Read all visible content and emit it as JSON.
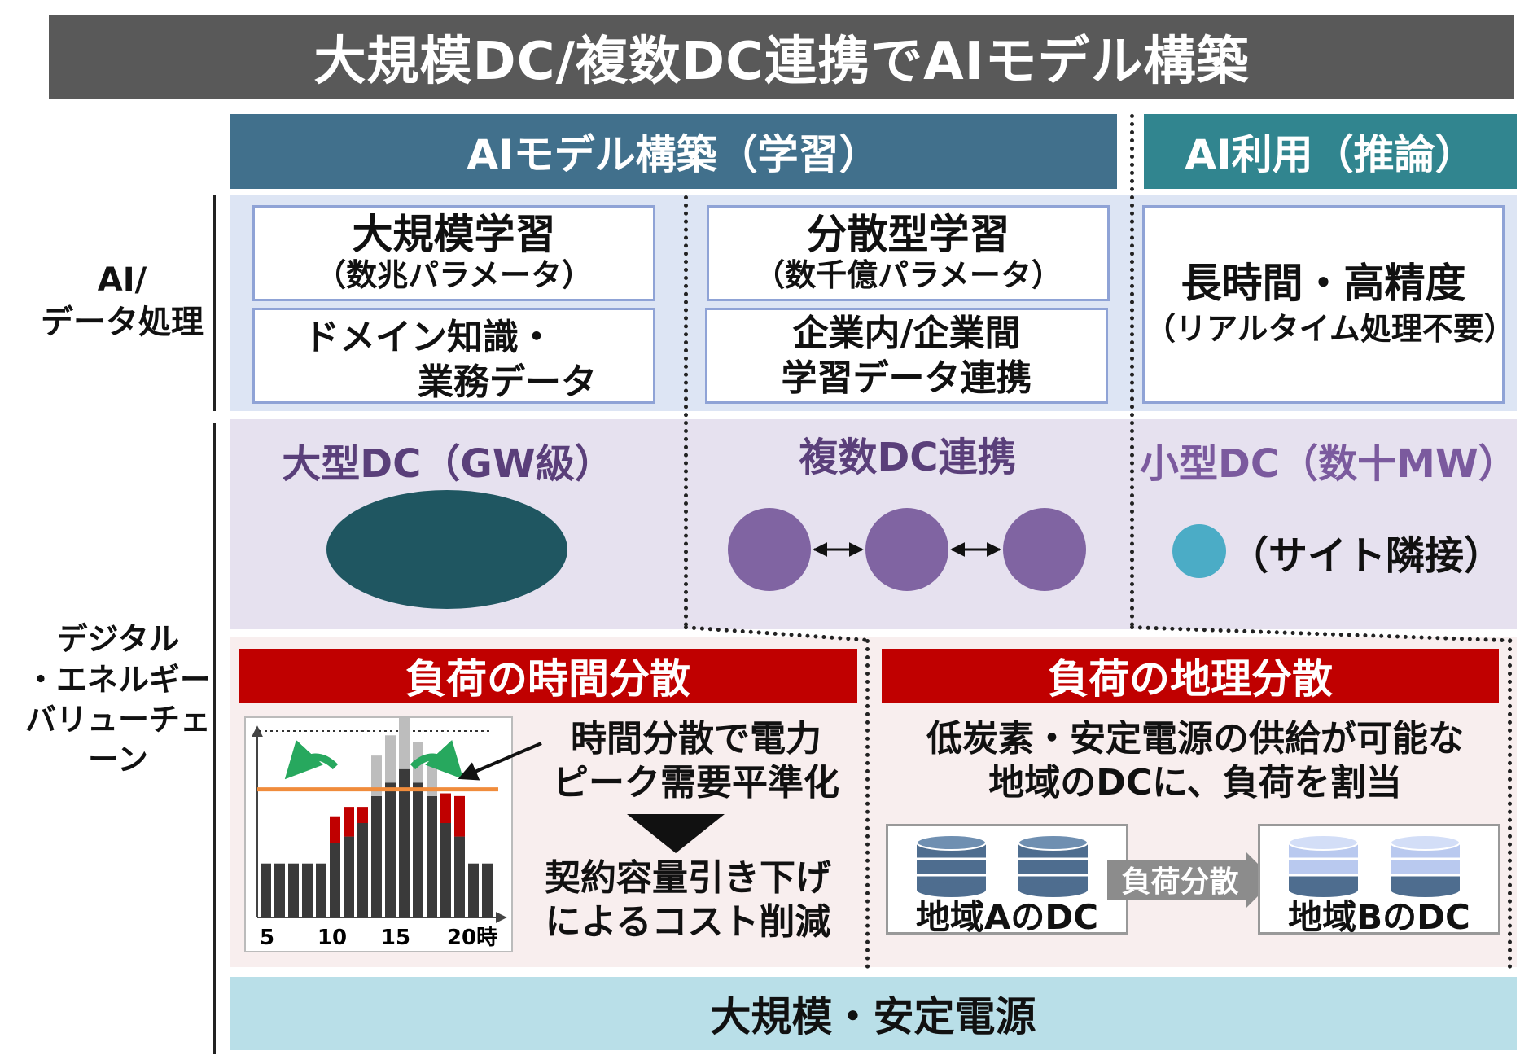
{
  "title": "大規模DC/複数DC連携でAIモデル構築",
  "headers": {
    "training": "AIモデル構築（学習）",
    "inference": "AI利用（推論）"
  },
  "row_labels": {
    "ai": [
      "AI/",
      "データ処理"
    ],
    "energy": [
      "デジタル",
      "・エネルギー",
      "バリューチェーン"
    ]
  },
  "ai_row": {
    "large_learning": {
      "title": "大規模学習",
      "sub": "（数兆パラメータ）"
    },
    "domain_data": {
      "line1": "ドメイン知識・",
      "line2": "業務データ"
    },
    "distributed_learning": {
      "title": "分散型学習",
      "sub": "（数千億パラメータ）"
    },
    "enterprise_data": {
      "line1": "企業内/企業間",
      "line2": "学習データ連携"
    },
    "inference": {
      "title": "長時間・高精度",
      "sub": "（リアルタイム処理不要）"
    }
  },
  "dc_row": {
    "large_dc": "大型DC（GW級）",
    "multi_dc": "複数DC連携",
    "small_dc": "小型DC（数十MW）",
    "site_adjacent": "（サイト隣接）"
  },
  "energy_row": {
    "time_header": "負荷の時間分散",
    "geo_header": "負荷の地理分散",
    "time_text1": [
      "時間分散で電力",
      "ピーク需要平準化"
    ],
    "time_text2": [
      "契約容量引き下げ",
      "によるコスト削減"
    ],
    "geo_text": [
      "低炭素・安定電源の供給が可能な",
      "地域のDCに、負荷を割当"
    ],
    "region_a": "地域AのDC",
    "region_b": "地域BのDC",
    "load_shift": "負荷分散"
  },
  "power": "大規模・安定電源",
  "chart_data": {
    "type": "bar",
    "x_tick_labels": [
      "5",
      "10",
      "15",
      "20時"
    ],
    "hours": [
      5,
      6,
      7,
      8,
      9,
      10,
      11,
      12,
      13,
      14,
      15,
      16,
      17,
      18,
      19,
      20,
      21
    ],
    "base": [
      4,
      4,
      4,
      4,
      4,
      5.5,
      6,
      7,
      9,
      10,
      11,
      10,
      9,
      7,
      6,
      4,
      4
    ],
    "peak_red": [
      0,
      0,
      0,
      0,
      0,
      2,
      2.2,
      1.2,
      0,
      0,
      0,
      0,
      0,
      2.2,
      3,
      0,
      0
    ],
    "shifted_gray": [
      0,
      0,
      0,
      0,
      0,
      0,
      0,
      0,
      3,
      3.5,
      7,
      3,
      2.5,
      0,
      0,
      0,
      0
    ],
    "threshold": 9.5,
    "ymax": 14,
    "colors": {
      "base": "#3a3a3a",
      "peak": "#c00000",
      "shifted": "#bdbdbd",
      "threshold": "#f08c3c",
      "arrow": "#27a85e"
    }
  },
  "colors": {
    "title_bg": "#595959",
    "training_header": "#41708c",
    "inference_header": "#31858f",
    "large_dc": "#1f5661",
    "multi_dc": "#8064a2",
    "small_dc": "#4bacc6",
    "red_header": "#c00000",
    "db_a": "#4e6d8f",
    "db_b": "#b9c9ef"
  }
}
